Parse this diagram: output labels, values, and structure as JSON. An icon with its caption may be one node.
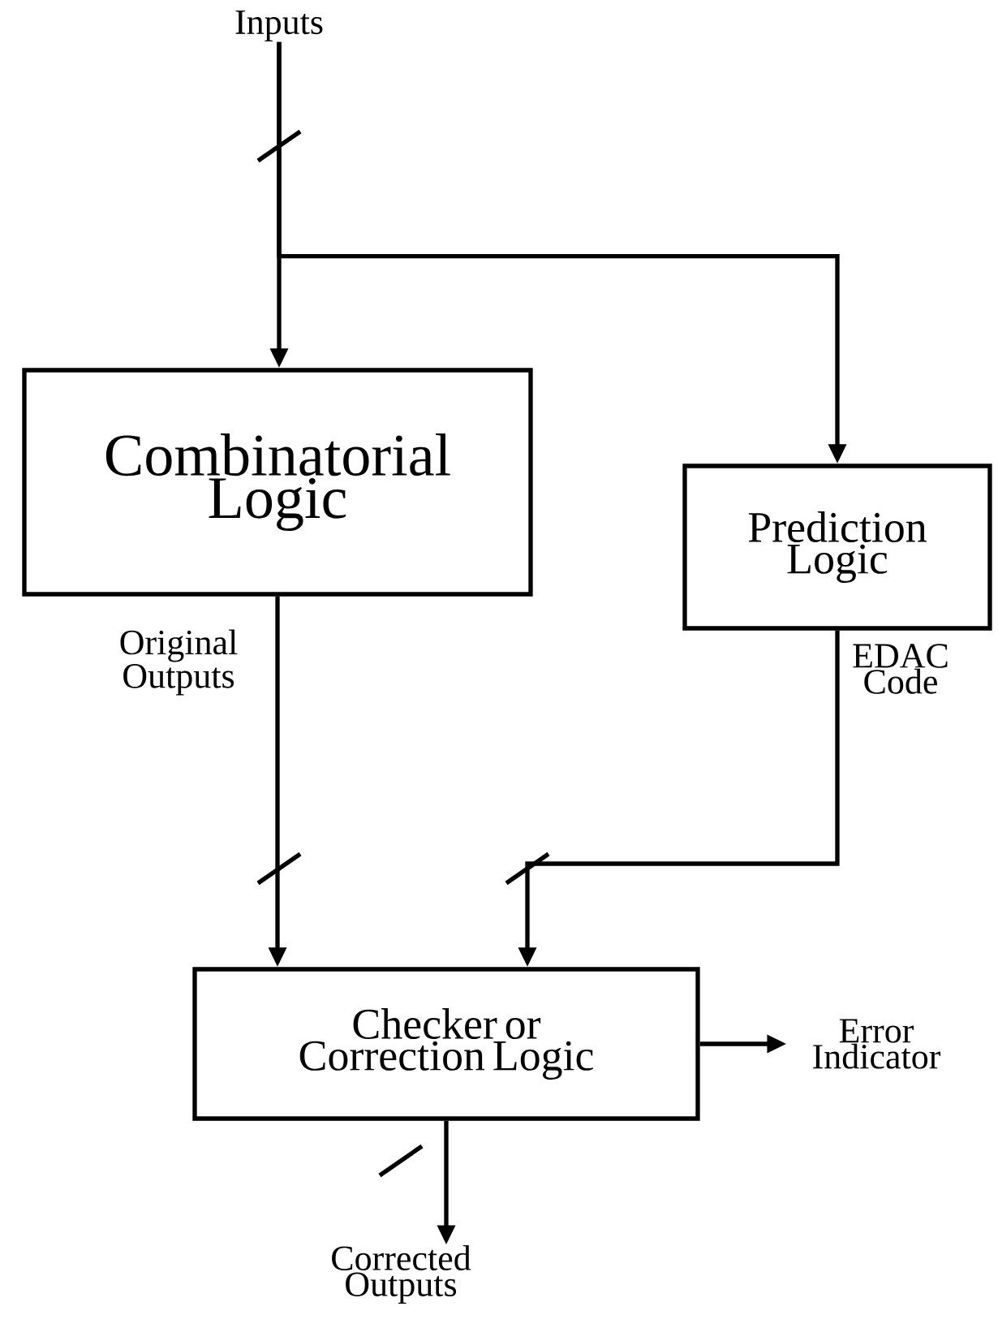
{
  "diagram": {
    "nodes": [
      {
        "text": [
          "Inputs"
        ]
      },
      {
        "text": [
          "Combinatorial Logic"
        ]
      },
      {
        "text": [
          "Prediction Logic"
        ]
      },
      {
        "text": [
          "Checker or Correction Logic"
        ]
      },
      {
        "text": [
          "Error Indicator"
        ]
      },
      {
        "text": [
          "Corrected Outputs"
        ]
      }
    ],
    "edges": [
      {
        "from": 0,
        "to": 1,
        "arrow": "to"
      },
      {
        "from": 0,
        "to": 2,
        "arrow": "to"
      },
      {
        "from": 1,
        "to": 3,
        "arrow": "to",
        "label": "Original Outputs"
      },
      {
        "from": 2,
        "to": 3,
        "arrow": "to",
        "label": "EDAC Code"
      },
      {
        "from": 3,
        "to": 4,
        "arrow": "to"
      },
      {
        "from": 3,
        "to": 5,
        "arrow": "to"
      }
    ]
  }
}
